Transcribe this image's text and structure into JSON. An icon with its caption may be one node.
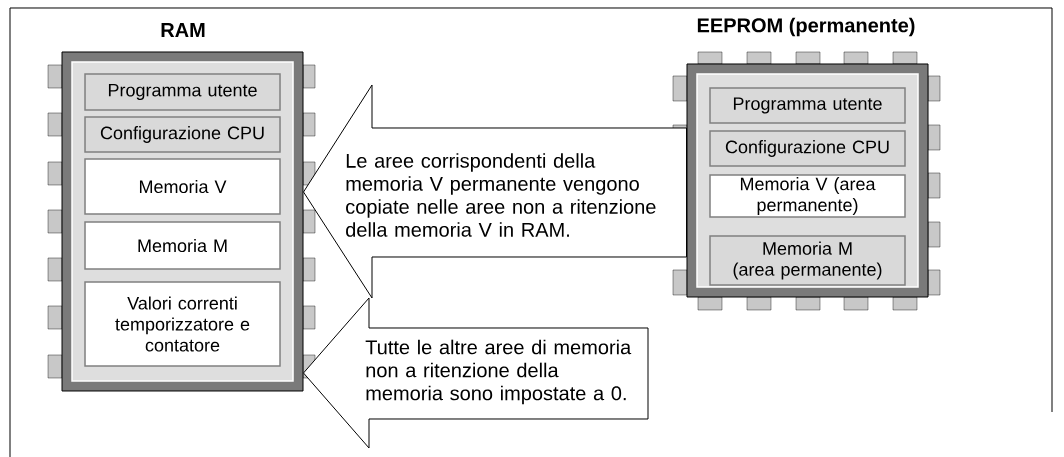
{
  "diagram": {
    "nodes": [
      {
        "text": [
          "RAM"
        ]
      },
      {
        "text": [
          "Programma utente"
        ],
        "in": 0
      },
      {
        "text": [
          "Configurazione CPU"
        ],
        "in": 0
      },
      {
        "text": [
          "Memoria V"
        ],
        "in": 0
      },
      {
        "text": [
          "Memoria M"
        ],
        "in": 0
      },
      {
        "text": [
          "Valori correnti temporizzatore e contatore"
        ],
        "in": 0
      },
      {
        "text": [
          "EEPROM (permanente)"
        ]
      },
      {
        "text": [
          "Programma utente"
        ],
        "in": 6
      },
      {
        "text": [
          "Configurazione CPU"
        ],
        "in": 6
      },
      {
        "text": [
          "Memoria V (area permanente)"
        ],
        "in": 6
      },
      {
        "text": [
          "Memoria M (area permanente)"
        ],
        "in": 6
      }
    ],
    "edges": [
      {
        "from": 6,
        "to": 0,
        "arrow": "to",
        "label": "Le aree corrispondenti della memoria V permanente vengono copiate nelle aree non a ritenzione della memoria V in RAM."
      },
      {
        "from": null,
        "to": 0,
        "arrow": "to",
        "label": "Tutte le altre aree di memoria non a ritenzione della memoria sono impostate a 0."
      }
    ]
  }
}
